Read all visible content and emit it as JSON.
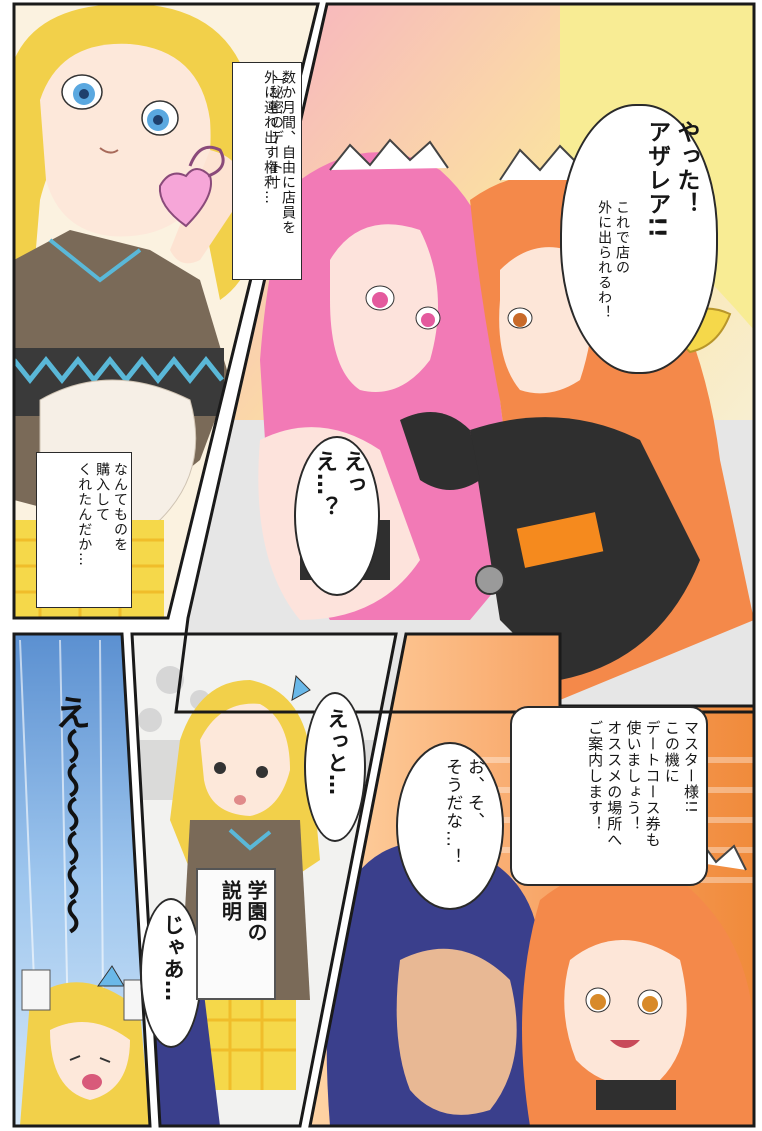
{
  "page": {
    "kind": "manga page (color)",
    "panels": 5
  },
  "dialogue": {
    "p1_narration_a": "「秘密のデート」",
    "p1_narration_b": "数か月間、自由に店員を\n外に連れ出す権利…",
    "p1_thought": "なんてものを\n購入して\nくれたんだか…",
    "p2_shout": "やった！\nアザレア!!",
    "p2_speech": "これで店の\n外に出られるわ！",
    "p2_surprised": "えっ\nえ…？",
    "p3_shout": "え〜〜〜〜〜〜",
    "p4_speech_a": "えっと…",
    "p4_speech_b": "じゃあ…",
    "p4_sign": "学園の\n説明",
    "p5_speech_a": "お、そ、\nそうだな…！",
    "p5_speech_b": "マスター様!!\nこの機に\nデートコース券も\n使いましょう！\nオススメの場所へ\nご案内します！"
  },
  "colors": {
    "blonde": "#f2d04a",
    "pink_hair": "#f27ab6",
    "orange_hair": "#f4894a",
    "navy_hair": "#3a3f8c",
    "blue_eyes": "#5aa8e0",
    "uniform_brown": "#7a6a58",
    "accent_yellow": "#f5d84a",
    "accent_orange": "#f58a1e"
  }
}
